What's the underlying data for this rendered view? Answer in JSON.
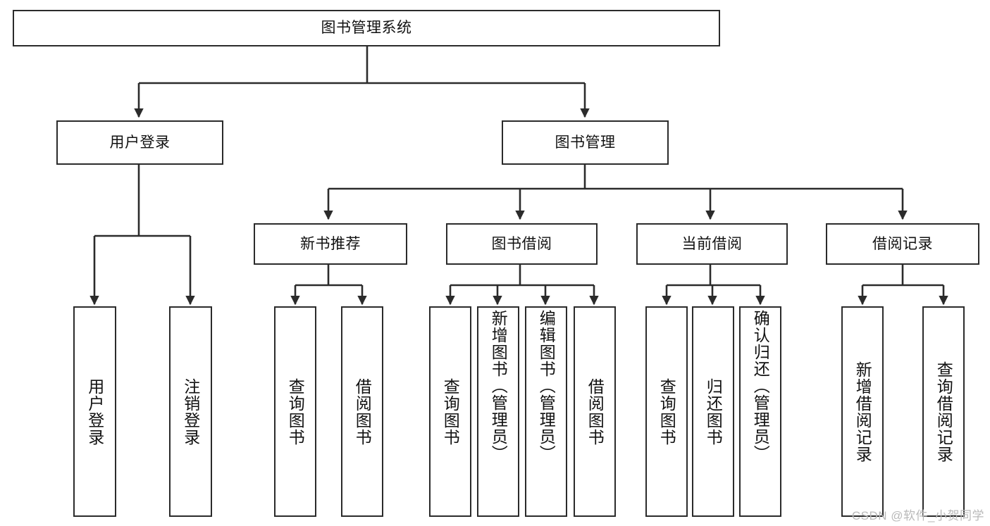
{
  "diagram": {
    "title": "图书管理系统",
    "type": "tree-hierarchy",
    "stroke_color": "#2b2b2b",
    "background_color": "#ffffff",
    "watermark": "CSDN @软件_小贺同学",
    "nodes": {
      "root": {
        "label": "图书管理系统"
      },
      "level1": [
        {
          "label": "用户登录"
        },
        {
          "label": "图书管理"
        }
      ],
      "level2": [
        {
          "label": "新书推荐"
        },
        {
          "label": "图书借阅"
        },
        {
          "label": "当前借阅"
        },
        {
          "label": "借阅记录"
        }
      ],
      "leaves": [
        {
          "label": "用户登录"
        },
        {
          "label": "注销登录"
        },
        {
          "label": "查询图书"
        },
        {
          "label": "借阅图书"
        },
        {
          "label": "查询图书"
        },
        {
          "label": "新增图书（管理员）"
        },
        {
          "label": "编辑图书（管理员）"
        },
        {
          "label": "借阅图书"
        },
        {
          "label": "查询图书"
        },
        {
          "label": "归还图书"
        },
        {
          "label": "确认归还（管理员）"
        },
        {
          "label": "新增借阅记录"
        },
        {
          "label": "查询借阅记录"
        }
      ]
    }
  }
}
